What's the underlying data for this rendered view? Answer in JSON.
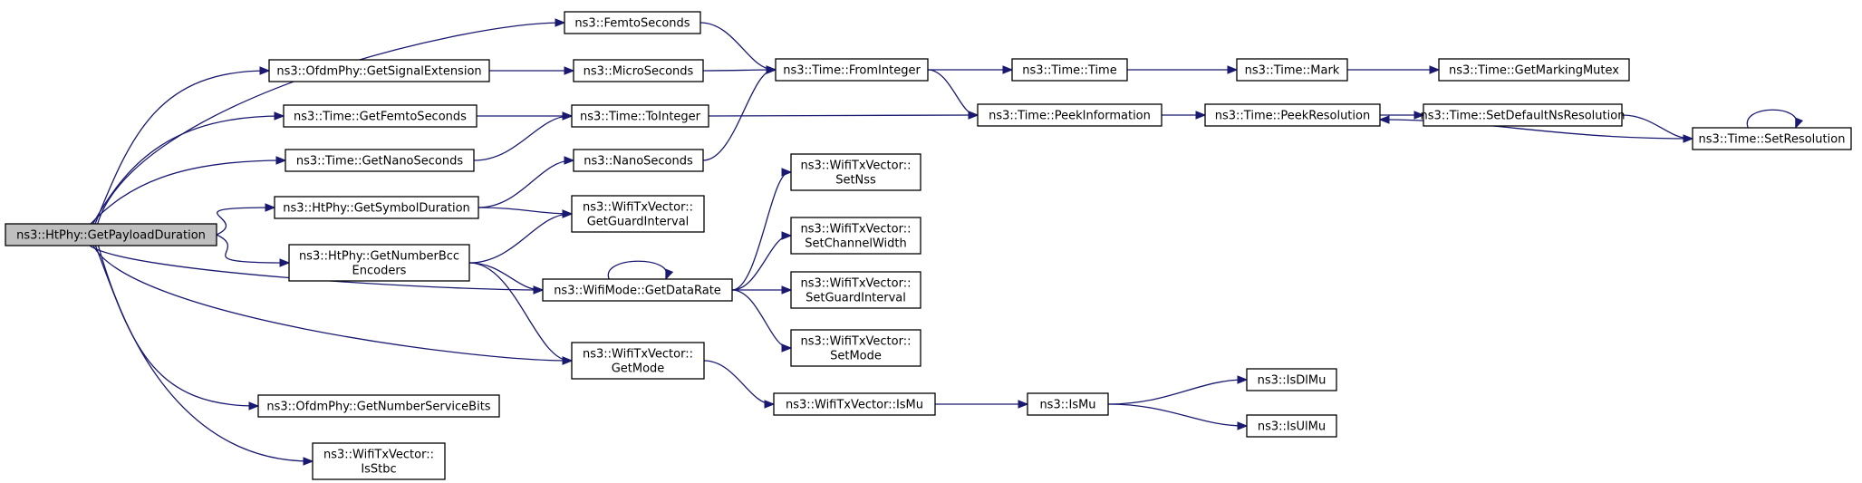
{
  "diagram": {
    "kind": "call-graph",
    "colors": {
      "edge": "#191970",
      "node_border": "#000000",
      "root_fill": "#bfbfbf",
      "node_fill": "#ffffff",
      "text": "#000000"
    },
    "nodes": [
      {
        "id": "root",
        "lines": [
          "ns3::HtPhy::GetPayloadDuration"
        ],
        "root": true
      },
      {
        "id": "femto",
        "lines": [
          "ns3::FemtoSeconds"
        ]
      },
      {
        "id": "ofdm_sigext",
        "lines": [
          "ns3::OfdmPhy::GetSignalExtension"
        ]
      },
      {
        "id": "micro",
        "lines": [
          "ns3::MicroSeconds"
        ]
      },
      {
        "id": "getfemto",
        "lines": [
          "ns3::Time::GetFemtoSeconds"
        ]
      },
      {
        "id": "tointeger",
        "lines": [
          "ns3::Time::ToInteger"
        ]
      },
      {
        "id": "getnano",
        "lines": [
          "ns3::Time::GetNanoSeconds"
        ]
      },
      {
        "id": "nano",
        "lines": [
          "ns3::NanoSeconds"
        ]
      },
      {
        "id": "symdur",
        "lines": [
          "ns3::HtPhy::GetSymbolDuration"
        ]
      },
      {
        "id": "guardint",
        "lines": [
          "ns3::WifiTxVector::",
          "GetGuardInterval"
        ]
      },
      {
        "id": "numbcc",
        "lines": [
          "ns3::HtPhy::GetNumberBcc",
          "Encoders"
        ]
      },
      {
        "id": "datarate",
        "lines": [
          "ns3::WifiMode::GetDataRate"
        ]
      },
      {
        "id": "getmode",
        "lines": [
          "ns3::WifiTxVector::",
          "GetMode"
        ]
      },
      {
        "id": "servicebits",
        "lines": [
          "ns3::OfdmPhy::GetNumberServiceBits"
        ]
      },
      {
        "id": "isstbc",
        "lines": [
          "ns3::WifiTxVector::",
          "IsStbc"
        ]
      },
      {
        "id": "frominteger",
        "lines": [
          "ns3::Time::FromInteger"
        ]
      },
      {
        "id": "timetime",
        "lines": [
          "ns3::Time::Time"
        ]
      },
      {
        "id": "mark",
        "lines": [
          "ns3::Time::Mark"
        ]
      },
      {
        "id": "mutex",
        "lines": [
          "ns3::Time::GetMarkingMutex"
        ]
      },
      {
        "id": "peekinfo",
        "lines": [
          "ns3::Time::PeekInformation"
        ]
      },
      {
        "id": "peekres",
        "lines": [
          "ns3::Time::PeekResolution"
        ]
      },
      {
        "id": "setdefault",
        "lines": [
          "ns3::Time::SetDefaultNsResolution"
        ]
      },
      {
        "id": "setres",
        "lines": [
          "ns3::Time::SetResolution"
        ]
      },
      {
        "id": "setnss",
        "lines": [
          "ns3::WifiTxVector::",
          "SetNss"
        ]
      },
      {
        "id": "setchw",
        "lines": [
          "ns3::WifiTxVector::",
          "SetChannelWidth"
        ]
      },
      {
        "id": "setgi",
        "lines": [
          "ns3::WifiTxVector::",
          "SetGuardInterval"
        ]
      },
      {
        "id": "setmode",
        "lines": [
          "ns3::WifiTxVector::",
          "SetMode"
        ]
      },
      {
        "id": "txismu",
        "lines": [
          "ns3::WifiTxVector::IsMu"
        ]
      },
      {
        "id": "ismu",
        "lines": [
          "ns3::IsMu"
        ]
      },
      {
        "id": "isdlmu",
        "lines": [
          "ns3::IsDlMu"
        ]
      },
      {
        "id": "isulmu",
        "lines": [
          "ns3::IsUlMu"
        ]
      }
    ],
    "edges": [
      [
        "root",
        "femto"
      ],
      [
        "root",
        "ofdm_sigext"
      ],
      [
        "root",
        "getfemto"
      ],
      [
        "root",
        "getnano"
      ],
      [
        "root",
        "symdur"
      ],
      [
        "root",
        "numbcc"
      ],
      [
        "root",
        "datarate"
      ],
      [
        "root",
        "getmode"
      ],
      [
        "root",
        "servicebits"
      ],
      [
        "root",
        "isstbc"
      ],
      [
        "femto",
        "frominteger"
      ],
      [
        "ofdm_sigext",
        "micro"
      ],
      [
        "micro",
        "frominteger"
      ],
      [
        "getfemto",
        "tointeger"
      ],
      [
        "getnano",
        "tointeger"
      ],
      [
        "tointeger",
        "peekinfo"
      ],
      [
        "nano",
        "frominteger"
      ],
      [
        "symdur",
        "nano"
      ],
      [
        "symdur",
        "guardint"
      ],
      [
        "numbcc",
        "guardint"
      ],
      [
        "numbcc",
        "datarate"
      ],
      [
        "numbcc",
        "getmode"
      ],
      [
        "datarate",
        "datarate"
      ],
      [
        "datarate",
        "setnss"
      ],
      [
        "datarate",
        "setchw"
      ],
      [
        "datarate",
        "setgi"
      ],
      [
        "datarate",
        "setmode"
      ],
      [
        "getmode",
        "txismu"
      ],
      [
        "txismu",
        "ismu"
      ],
      [
        "ismu",
        "isdlmu"
      ],
      [
        "ismu",
        "isulmu"
      ],
      [
        "frominteger",
        "timetime"
      ],
      [
        "frominteger",
        "peekinfo"
      ],
      [
        "timetime",
        "mark"
      ],
      [
        "mark",
        "mutex"
      ],
      [
        "peekinfo",
        "peekres"
      ],
      [
        "peekres",
        "setdefault"
      ],
      [
        "setdefault",
        "setres"
      ],
      [
        "setres",
        "peekres"
      ],
      [
        "setres",
        "setres"
      ]
    ]
  }
}
